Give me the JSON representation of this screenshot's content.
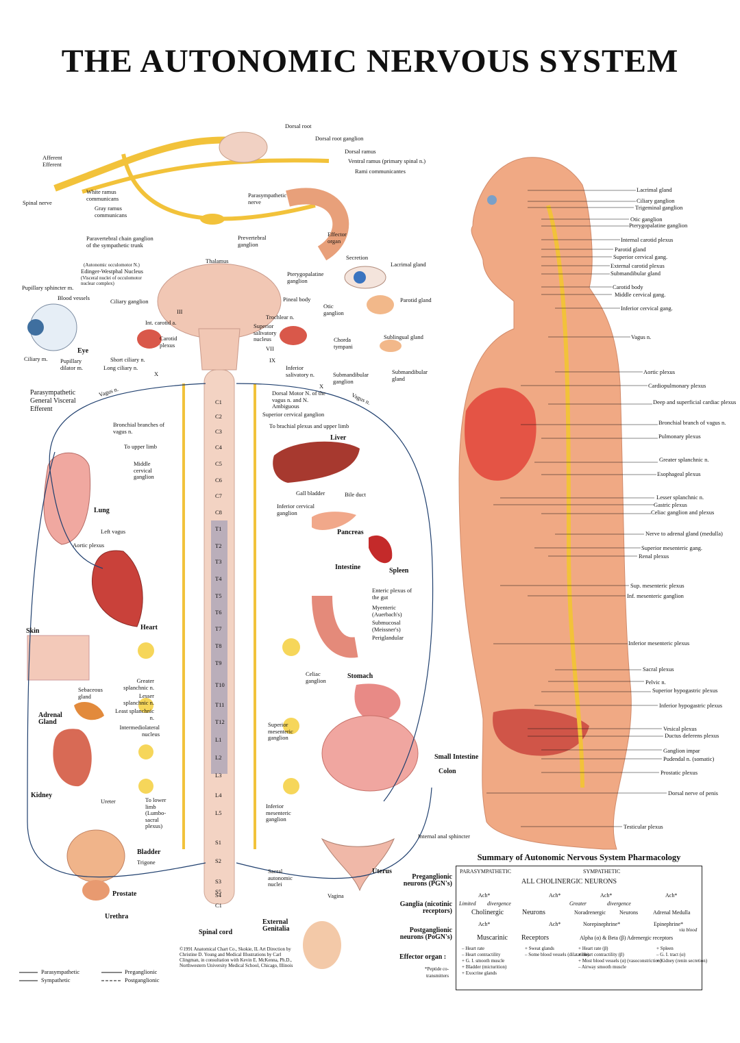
{
  "title": "THE AUTONOMIC NERVOUS SYSTEM",
  "colors": {
    "nerve": "#f2c23a",
    "cord": "#f1c7b4",
    "organ": "#d9584a",
    "body": "#f0b08a",
    "lineSym": "#1f3f6e",
    "linePara": "#a02a3a"
  },
  "labels": {
    "dorsal_root": "Dorsal root",
    "dorsal_root_ganglion": "Dorsal root ganglion",
    "dorsal_ramus": "Dorsal ramus",
    "ventral_ramus": "Ventral ramus (primary spinal n.)",
    "rami_comm": "Rami communicantes",
    "afferent": "Afferent",
    "efferent": "Efferent",
    "spinal_nerve": "Spinal nerve",
    "white_ramus": "White ramus communicans",
    "gray_ramus": "Gray ramus communicans",
    "para_nerve": "Parasympathetic nerve",
    "effector_organ": "Effector organ",
    "paravertebral": "Paravertebral chain ganglion of the sympathetic trunk",
    "prevertebral": "Prevertebral ganglion",
    "thalamus": "Thalamus",
    "autonomic_occulomotor": "(Autonomic occulomotor N.)",
    "edinger": "Edinger-Westphal Nucleus",
    "visceral_nuclei": "(Visceral nuclei of occulomotor nuclear complex)",
    "secretion": "Secretion",
    "lacrimal_gland": "Lacrimal gland",
    "pupillary_sphincter": "Pupillary sphincter m.",
    "blood_vessels": "Blood vessels",
    "ciliary_ganglion": "Ciliary ganglion",
    "pineal_body": "Pineal body",
    "pterygopalatine": "Pterygopalatine ganglion",
    "parotid_gland": "Parotid gland",
    "otic_ganglion": "Otic ganglion",
    "trochlear": "Trochlear n.",
    "int_carotid": "Int. carotid a.",
    "carotid_plexus": "Carotid plexus",
    "eye": "Eye",
    "sup_salivatory": "Superior salivatory nucleus",
    "chorda": "Chorda tympani",
    "sublingual": "Sublingual gland",
    "ciliary_m": "Ciliary m.",
    "pupillary_dilator": "Pupillary dilator m.",
    "short_ciliary": "Short ciliary n.",
    "long_ciliary": "Long ciliary n.",
    "inf_salivatory": "Inferior salivatory n.",
    "submandibular_ganglion": "Submandibular ganglion",
    "submandibular_gland": "Submandibular gland",
    "para_general": "Parasympathetic General Visceral Efferent",
    "vagus_l": "Vagus n.",
    "vagus_r": "Vagus n.",
    "dorsal_motor": "Dorsal Motor N. of the vagus n. and N. Ambiguous",
    "sup_cervical": "Superior cervical ganglion",
    "bronchial_branches": "Bronchial branches of vagus n.",
    "to_brachial": "To brachial plexus and upper limb",
    "liver": "Liver",
    "to_upper_limb": "To upper limb",
    "middle_cervical": "Middle cervical ganglion",
    "gall_bladder": "Gall bladder",
    "bile_duct": "Bile duct",
    "lung": "Lung",
    "inf_cervical": "Inferior cervical ganglion",
    "left_vagus": "Left vagus",
    "pancreas": "Pancreas",
    "aortic_plexus_l": "Aortic plexus",
    "intestine": "Intestine",
    "spleen": "Spleen",
    "enteric": "Enteric plexus of the gut",
    "myenteric": "Myenteric (Auerbach's)",
    "submucosal": "Submucosal (Meissner's)",
    "periglandular": "Periglandular",
    "skin": "Skin",
    "heart": "Heart",
    "sebaceous": "Sebaceous gland",
    "greater_spl": "Greater splanchnic n.",
    "lesser_spl": "Lesser splanchnic n.",
    "least_spl": "Least splanchnic n.",
    "celiac": "Celiac ganglion",
    "stomach": "Stomach",
    "adrenal": "Adrenal Gland",
    "intermediolateral": "Intermediolateral nucleus",
    "sup_mesenteric": "Superior mesenteric ganglion",
    "small_intestine": "Small Intestine",
    "colon": "Colon",
    "kidney": "Kidney",
    "ureter": "Ureter",
    "to_lower_limb": "To lower limb (Lumbo-sacral plexus)",
    "inf_mesenteric": "Inferior mesenteric ganglion",
    "internal_anal": "Internal anal sphincter",
    "bladder": "Bladder",
    "trigone": "Trigone",
    "uterus": "Uterus",
    "sacral_auto": "Sacral autonomic nuclei",
    "prostate": "Prostate",
    "vagina": "Vagina",
    "urethra": "Urethra",
    "spinal_cord": "Spinal cord",
    "external_genitalia": "External Genitalia",
    "preganglionic_pgn": "Preganglionic neurons (PGN's)",
    "ganglia_nic": "Ganglia (nicotinic receptors)",
    "postganglionic_pogn": "Postganglionic neurons (PoGN's)",
    "effector_organ_row": "Effector organ :",
    "peptide": "*Peptide co-transmitters"
  },
  "cord_segments": [
    "C1",
    "C2",
    "C3",
    "C4",
    "C5",
    "C6",
    "C7",
    "C8",
    "T1",
    "T2",
    "T3",
    "T4",
    "T5",
    "T6",
    "T7",
    "T8",
    "T9",
    "T10",
    "T11",
    "T12",
    "L1",
    "L2",
    "L3",
    "L4",
    "L5",
    "S1",
    "S2",
    "S3",
    "S4",
    "S5",
    "C1"
  ],
  "cranial_nerves": [
    "III",
    "VII",
    "IX",
    "X",
    "X"
  ],
  "body_labels": [
    "Lacrimal gland",
    "Ciliary ganglion",
    "Trigeminal ganglion",
    "Otic ganglion",
    "Pterygopalatine ganglion",
    "Internal carotid plexus",
    "Parotid gland",
    "Superior cervical gang.",
    "External carotid plexus",
    "Submandibular gland",
    "Carotid body",
    "Middle cervical gang.",
    "Inferior cervical gang.",
    "Vagus n.",
    "Aortic plexus",
    "Cardiopulmonary plexus",
    "Deep and superficial cardiac plexus",
    "Bronchial branch of vagus n.",
    "Pulmonary plexus",
    "Greater splanchnic n.",
    "Esophageal plexus",
    "Lesser splanchnic n.",
    "Gastric plexus",
    "Celiac ganglion and plexus",
    "Nerve to adrenal gland (medulla)",
    "Superior mesenteric gang.",
    "Renal plexus",
    "Sup. mesenteric plexus",
    "Inf. mesenteric ganglion",
    "Inferior mesenteric plexus",
    "Sacral plexus",
    "Pelvic n.",
    "Superior hypogastric plexus",
    "Inferior hypogastric plexus",
    "Vesical plexus",
    "Ductus deferens plexus",
    "Ganglion impar",
    "Pudendal n. (somatic)",
    "Prostatic plexus",
    "Dorsal nerve of penis",
    "Testicular plexus"
  ],
  "summary": {
    "title": "Summary of Autonomic Nervous System Pharmacology",
    "para": "PARASYMPATHETIC",
    "symp": "SYMPATHETIC",
    "all_chol": "ALL CHOLINERGIC NEURONS",
    "ach": "Ach*",
    "limited": "Limited",
    "divergence": "divergence",
    "greater": "Greater",
    "cholinergic": "Cholinergic",
    "neurons": "Neurons",
    "noradrenergic": "Noradrenergic",
    "adrenal_medulla": "Adrenal Medulla",
    "norepi": "Norepinephrine*",
    "epi": "Epinephrine*",
    "via_blood": "via blood",
    "muscarinic": "Muscarinic",
    "receptors": "Receptors",
    "adrenergic": "Alpha (α) & Beta (β) Adrenergic receptors",
    "col1": [
      "– Heart rate",
      "– Heart contractility",
      "+ G. I. smooth muscle",
      "+ Bladder (micturition)",
      "+ Exocrine glands"
    ],
    "col2": [
      "+ Sweat glands",
      "– Some blood vessels (dilatation)"
    ],
    "col3": [
      "+ Heart rate (β)",
      "+ Heart contractility (β)",
      "+ Most blood vessels (α) (vasoconstriction)",
      "– Airway smooth muscle"
    ],
    "col4": [
      "+ Spleen",
      "– G. I. tract (α)",
      "+ Kidney (renin secretion)"
    ]
  },
  "credit": "©1991 Anatomical Chart Co., Skokie, IL Art Direction by Christine D. Young and Medical Illustrations by Carl Clingman, in consultation with Kevin E. McKenna, Ph.D., Northwestern University Medical School, Chicago, Illinois",
  "legend": {
    "para": "Parasympathetic",
    "symp": "Sympathetic",
    "pre": "Preganglionic",
    "post": "Postganglionic"
  }
}
